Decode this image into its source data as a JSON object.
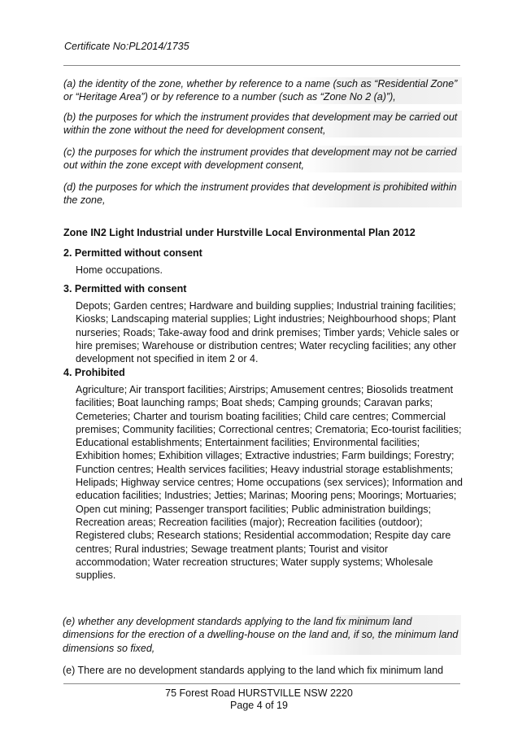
{
  "header": {
    "certificate": "Certificate No:PL2014/1735"
  },
  "questions": {
    "a": [
      "(a)  the identity of the zone, whether by reference to a name (such as “Residential Zone”",
      "or “Heritage Area”) or by reference to a number (such as “Zone No 2 (a)”),"
    ],
    "b": [
      "(b)  the purposes for which the instrument provides that development may be carried out",
      "within the zone without the need for development consent,"
    ],
    "c": [
      "(c)   the purposes for which the instrument provides that development may not be carried",
      "out within the zone except with development consent,"
    ],
    "d": [
      "(d)  the purposes for which the instrument provides that development is prohibited within",
      "the zone,"
    ],
    "e": [
      "(e)  whether any development standards applying to the land fix minimum land",
      "dimensions for the erection of a dwelling-house on the land and, if so, the minimum land",
      "dimensions so fixed,"
    ]
  },
  "zone": {
    "heading": "Zone IN2 Light Industrial under Hurstville Local Environmental Plan 2012",
    "item2": {
      "title": "2.  Permitted without consent",
      "lines": [
        "Home occupations."
      ]
    },
    "item3": {
      "title": "3.  Permitted with consent",
      "lines": [
        "Depots; Garden centres; Hardware and building supplies; Industrial training facilities;",
        "Kiosks; Landscaping material supplies; Light industries; Neighbourhood shops; Plant",
        "nurseries; Roads; Take-away food and drink premises; Timber yards; Vehicle sales or",
        "hire premises; Warehouse or distribution centres; Water recycling facilities; any other",
        "development not specified in item 2 or 4."
      ]
    },
    "item4": {
      "title": "4.  Prohibited",
      "lines": [
        "Agriculture; Air transport facilities; Airstrips; Amusement centres; Biosolids treatment",
        "facilities; Boat launching ramps; Boat sheds; Camping grounds; Caravan parks;",
        "Cemeteries; Charter and tourism boating facilities; Child care centres; Commercial",
        "premises; Community facilities; Correctional centres; Crematoria; Eco-tourist facilities;",
        "Educational establishments; Entertainment facilities; Environmental facilities;",
        "Exhibition homes; Exhibition villages; Extractive industries; Farm buildings; Forestry;",
        "Function centres; Health services facilities; Heavy industrial storage establishments;",
        "Helipads; Highway service centres; Home occupations (sex services); Information and",
        "education facilities; Industries; Jetties; Marinas; Mooring pens; Moorings; Mortuaries;",
        "Open cut mining; Passenger transport facilities; Public administration buildings;",
        "Recreation areas; Recreation facilities (major); Recreation facilities (outdoor);",
        "Registered clubs; Research stations; Residential accommodation; Respite day care",
        "centres; Rural industries; Sewage treatment plants; Tourist and visitor",
        "accommodation; Water recreation structures; Water supply systems; Wholesale",
        "supplies."
      ]
    }
  },
  "answer_e": "(e) There are no development standards applying to the land which fix minimum land",
  "footer": {
    "address": "75 Forest Road HURSTVILLE  NSW  2220",
    "page": "Page 4 of 19"
  }
}
